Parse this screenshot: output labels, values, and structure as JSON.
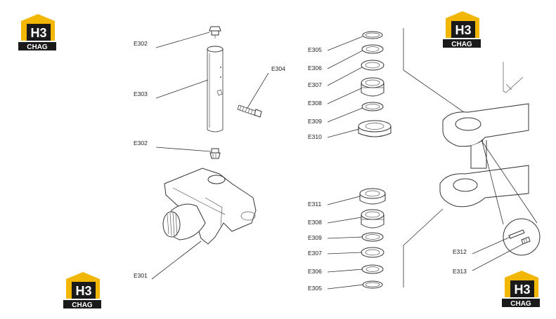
{
  "brand": {
    "logo_text_top": "H3",
    "logo_text_bottom": "CHAG",
    "accent_color": "#f2b705",
    "dark_color": "#1a1a1a"
  },
  "labels": {
    "e302_top": "E302",
    "e303": "E303",
    "e304": "E304",
    "e302_bottom": "E302",
    "e301": "E301",
    "e305_top": "E305",
    "e306_top": "E306",
    "e307_top": "E307",
    "e308_top": "E308",
    "e309_top": "E309",
    "e310": "E310",
    "e311": "E311",
    "e308_bottom": "E308",
    "e309_bottom": "E309",
    "e307_bottom": "E307",
    "e306_bottom": "E306",
    "e305_bottom": "E305",
    "e312": "E312",
    "e313": "E313"
  }
}
